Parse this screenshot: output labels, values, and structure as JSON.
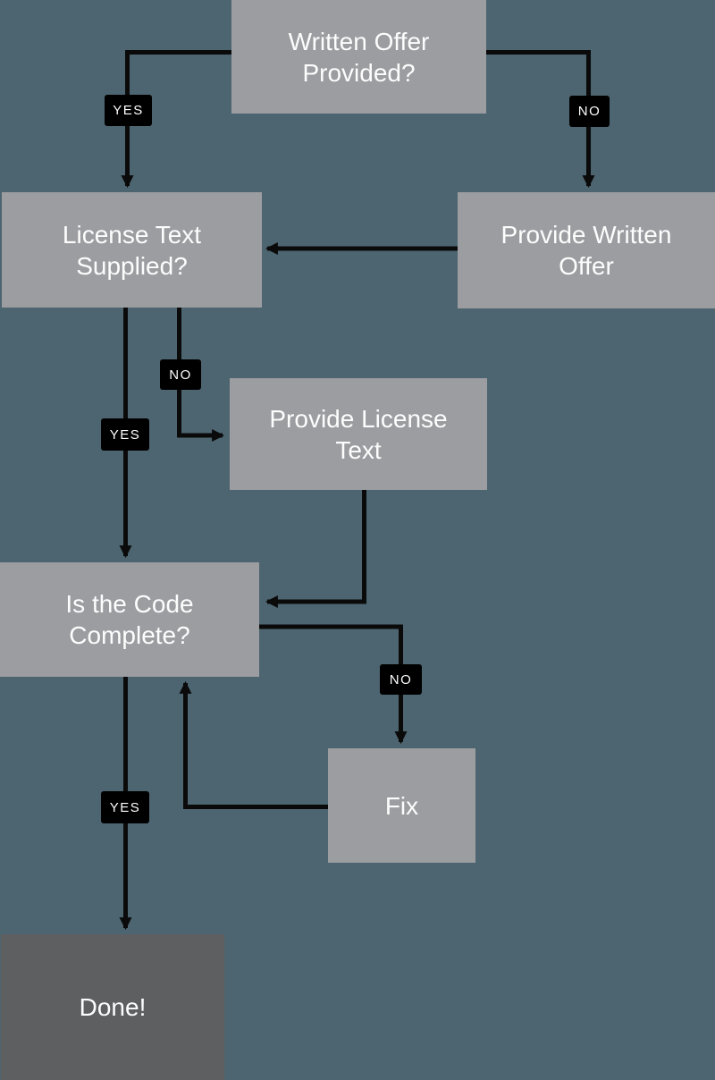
{
  "colors": {
    "background": "#4D6570",
    "node_fill": "#9C9DA1",
    "done_fill": "#5E5F61",
    "connector": "#0A0A0A",
    "label_bg": "#000000",
    "text": "#FDFDFD"
  },
  "nodes": {
    "written_offer": {
      "label": "Written Offer Provided?"
    },
    "license_text": {
      "label": "License Text Supplied?"
    },
    "provide_written_offer": {
      "label": "Provide Written Offer"
    },
    "provide_license_text": {
      "label": "Provide License Text"
    },
    "code_complete": {
      "label": "Is the Code Complete?"
    },
    "fix": {
      "label": "Fix"
    },
    "done": {
      "label": "Done!"
    }
  },
  "edge_labels": {
    "written_offer_yes": "YES",
    "written_offer_no": "NO",
    "license_text_no": "NO",
    "license_text_yes": "YES",
    "code_complete_no": "NO",
    "code_complete_yes": "YES"
  }
}
